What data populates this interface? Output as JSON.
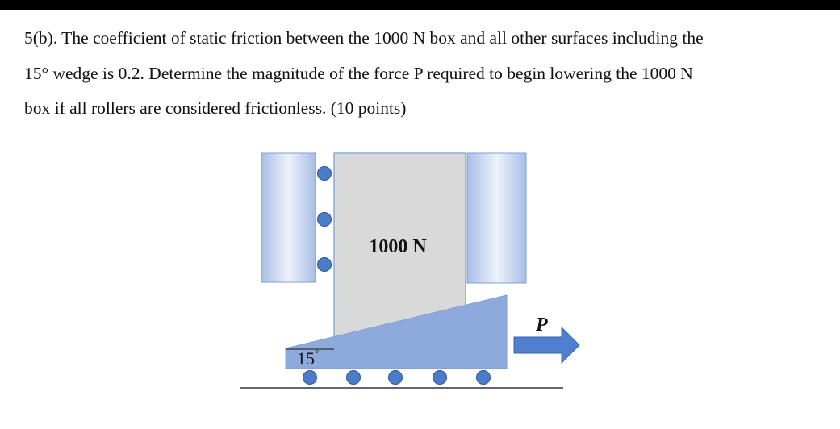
{
  "problem": {
    "lines": [
      "5(b). The coefficient of static friction between the 1000 N box and all other surfaces including the",
      "15° wedge is 0.2. Determine the magnitude of the force P required to begin lowering the 1000 N",
      "box if all rollers are considered frictionless. (10 points)"
    ]
  },
  "diagram": {
    "box_label": "1000 N",
    "wedge_angle_label": "15",
    "degree_symbol": "°",
    "force_label": "P"
  },
  "colors": {
    "roller": "#4a7cc9",
    "wedge": "#8eaadc",
    "box": "#d9d9d9",
    "arrow": "#4f7fce",
    "wall_gradient_edge": "#a9bee6",
    "wall_gradient_center": "#eef2fa"
  }
}
